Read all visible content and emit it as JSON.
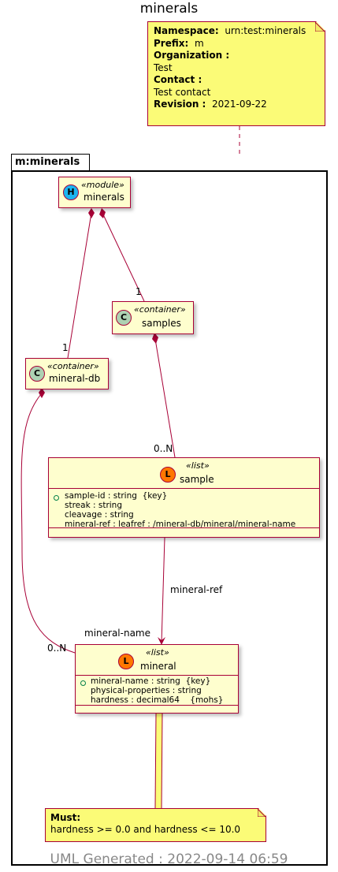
{
  "title": "minerals",
  "info_note": {
    "namespace_label": "Namespace:",
    "namespace_value": "urn:test:minerals",
    "prefix_label": "Prefix:",
    "prefix_value": "m",
    "organization_label": "Organization :",
    "organization_value": "Test",
    "contact_label": "Contact :",
    "contact_value": "Test contact",
    "revision_label": "Revision :",
    "revision_value": "2021-09-22"
  },
  "package": {
    "name": "m:minerals"
  },
  "classes": {
    "module": {
      "icon": "H",
      "stereotype": "«module»",
      "name": "minerals"
    },
    "samples": {
      "icon": "C",
      "stereotype": "«container»",
      "name": "samples"
    },
    "mineral_db": {
      "icon": "C",
      "stereotype": "«container»",
      "name": "mineral-db"
    },
    "sample": {
      "icon": "L",
      "stereotype": "«list»",
      "name": "sample",
      "attributes": [
        "sample-id : string  {key}",
        "streak : string",
        "cleavage : string",
        "mineral-ref : leafref : /mineral-db/mineral/mineral-name"
      ]
    },
    "mineral": {
      "icon": "L",
      "stereotype": "«list»",
      "name": "mineral",
      "attributes": [
        "mineral-name : string  {key}",
        "physical-properties : string",
        "hardness : decimal64    {mohs}"
      ]
    }
  },
  "links": {
    "module_samples_mult": "1",
    "module_mineraldb_mult": "1",
    "samples_sample_mult": "0..N",
    "mineraldb_mineral_mult": "0..N",
    "ref_label": "mineral-ref",
    "ref_target_label": "mineral-name"
  },
  "must_note": {
    "label": "Must:",
    "text": "hardness >= 0.0 and hardness <= 10.0"
  },
  "footer": "UML Generated : 2022-09-14 06:59",
  "colors": {
    "class_fill": "#FEFECE",
    "class_border": "#A80036",
    "note_fill": "#FBFB77",
    "module_icon": "#1BB5F0",
    "container_icon": "#ADD1B2",
    "list_icon": "#FF7700"
  }
}
